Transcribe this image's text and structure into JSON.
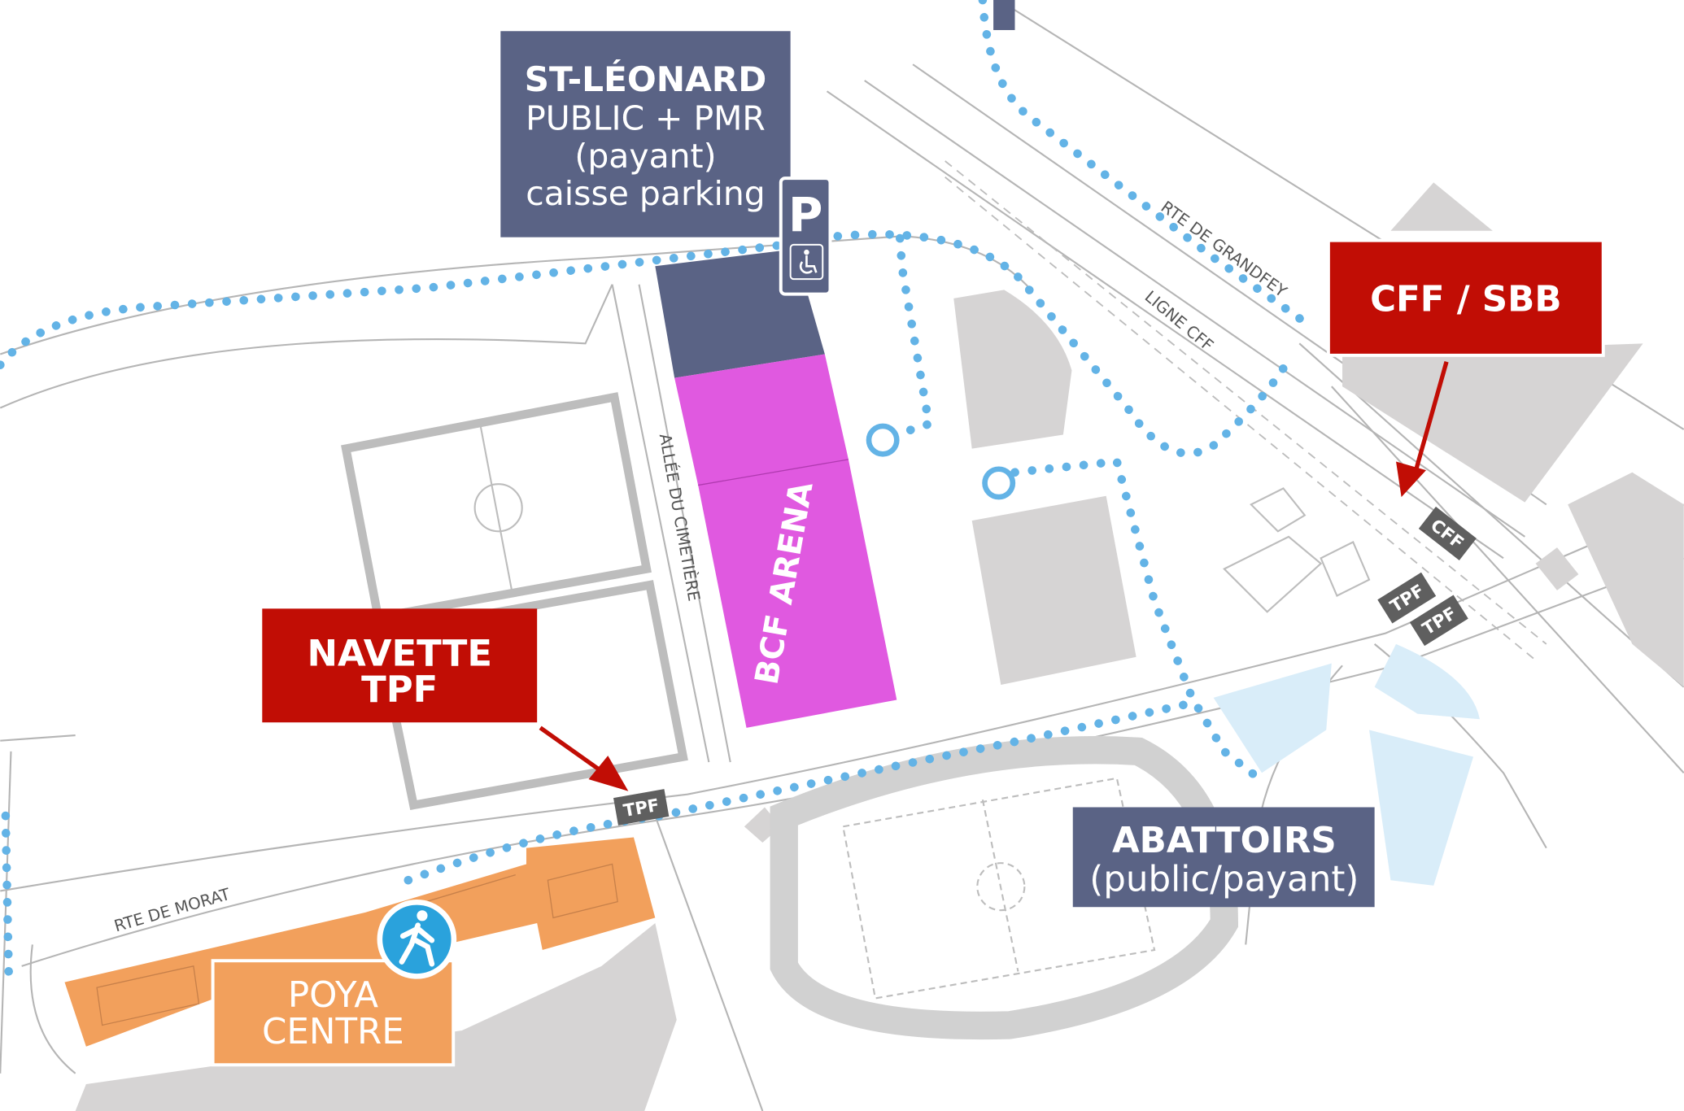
{
  "colors": {
    "slate": "#5a6385",
    "red": "#c10d05",
    "magenta": "#e059e0",
    "orange": "#f2a05c",
    "path": "#63b3e6",
    "building": "#d6d4d4",
    "water": "#d9edf9"
  },
  "st_leonard": {
    "title": "ST-LÉONARD",
    "line1": "PUBLIC + PMR",
    "line2": "(payant)",
    "line3": "caisse parking"
  },
  "parking_sign": {
    "letter": "P",
    "icon": "wheelchair-icon"
  },
  "cff_sbb": {
    "label": "CFF / SBB"
  },
  "navette": {
    "line1": "NAVETTE",
    "line2": "TPF"
  },
  "abattoirs": {
    "title": "ABATTOIRS",
    "subtitle": "(public/payant)"
  },
  "poya": {
    "line1": "POYA",
    "line2": "CENTRE",
    "icon": "pedestrian-icon"
  },
  "arena": {
    "label": "BCF ARENA"
  },
  "roads": {
    "grandfey": "RTE DE GRANDFEY",
    "ligne_cff": "LIGNE CFF",
    "cimetiere": "ALLÉE DU CIMETIÈRE",
    "morat": "RTE DE MORAT"
  },
  "stops": {
    "tpf_main": "TPF",
    "tpf_east_1": "TPF",
    "tpf_east_2": "TPF",
    "cff": "CFF"
  }
}
